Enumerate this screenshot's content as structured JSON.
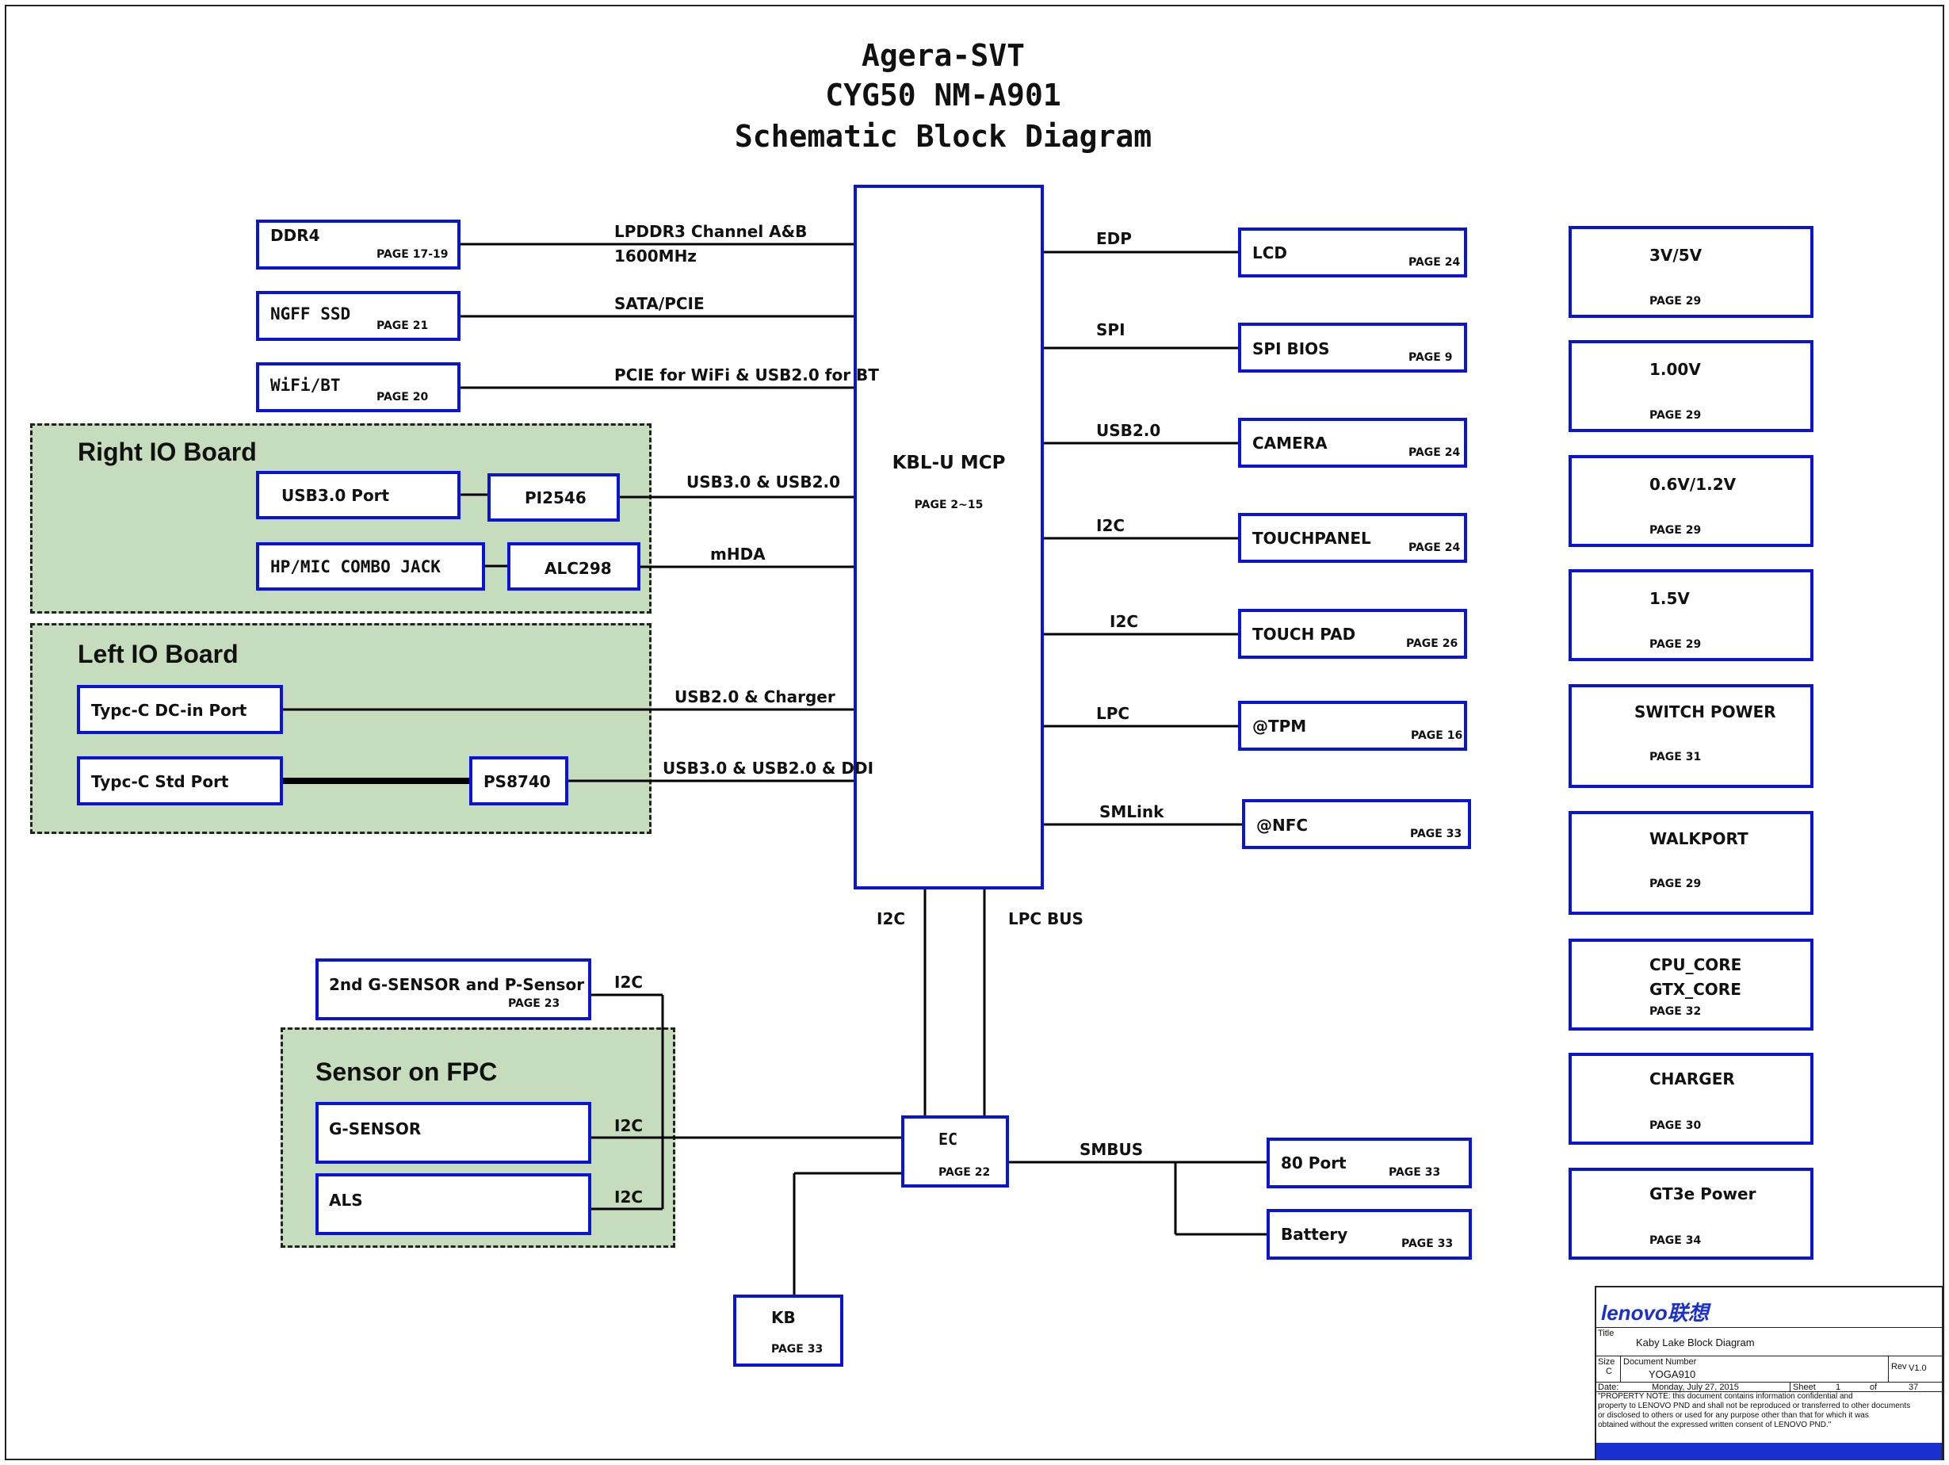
{
  "title_lines": [
    "Agera-SVT",
    "CYG50 NM-A901",
    "Schematic Block Diagram"
  ],
  "cpu": {
    "label": "KBL-U MCP",
    "page": "PAGE 2~15"
  },
  "left_devices": [
    {
      "label": "DDR4",
      "page": "PAGE 17-19"
    },
    {
      "label": "NGFF SSD",
      "page": "PAGE 21"
    },
    {
      "label": "WiFi/BT",
      "page": "PAGE 20"
    }
  ],
  "left_buses": [
    "LPDDR3 Channel A&B",
    "1600MHz",
    "SATA/PCIE",
    "PCIE for WiFi & USB2.0 for BT",
    "USB3.0 & USB2.0",
    "mHDA",
    "USB2.0 & Charger",
    "USB3.0 & USB2.0 & DDI"
  ],
  "right_io": {
    "title": "Right IO Board",
    "items": [
      "USB3.0 Port",
      "PI2546",
      "HP/MIC COMBO JACK",
      "ALC298"
    ]
  },
  "left_io": {
    "title": "Left IO Board",
    "items": [
      "Typc-C DC-in Port",
      "Typc-C Std Port",
      "PS8740"
    ]
  },
  "right_devices": [
    {
      "bus": "EDP",
      "label": "LCD",
      "page": "PAGE 24"
    },
    {
      "bus": "SPI",
      "label": "SPI BIOS",
      "page": "PAGE 9"
    },
    {
      "bus": "USB2.0",
      "label": "CAMERA",
      "page": "PAGE 24"
    },
    {
      "bus": "I2C",
      "label": "TOUCHPANEL",
      "page": "PAGE 24"
    },
    {
      "bus": "I2C",
      "label": "TOUCH PAD",
      "page": "PAGE 26"
    },
    {
      "bus": "LPC",
      "label": "@TPM",
      "page": "PAGE 16"
    },
    {
      "bus": "SMLink",
      "label": "@NFC",
      "page": "PAGE 33"
    }
  ],
  "power_blocks": [
    {
      "label": "3V/5V",
      "page": "PAGE 29"
    },
    {
      "label": "1.00V",
      "page": "PAGE 29"
    },
    {
      "label": "0.6V/1.2V",
      "page": "PAGE 29"
    },
    {
      "label": "1.5V",
      "page": "PAGE 29"
    },
    {
      "label": "SWITCH POWER",
      "page": "PAGE 31"
    },
    {
      "label": "WALKPORT",
      "page": "PAGE 29"
    },
    {
      "label": "CPU_CORE",
      "label2": "GTX_CORE",
      "page": "PAGE 32"
    },
    {
      "label": "CHARGER",
      "page": "PAGE 30"
    },
    {
      "label": "GT3e Power",
      "page": "PAGE 34"
    }
  ],
  "cpu_down_buses": [
    "I2C",
    "LPC BUS"
  ],
  "sensor2": {
    "label": "2nd G-SENSOR and P-Sensor",
    "page": "PAGE 23",
    "bus": "I2C"
  },
  "sensor_fpc": {
    "title": "Sensor on FPC",
    "items": [
      {
        "label": "G-SENSOR",
        "bus": "I2C"
      },
      {
        "label": "ALS",
        "bus": "I2C"
      }
    ]
  },
  "ec": {
    "label": "EC",
    "page": "PAGE 22"
  },
  "smbus": "SMBUS",
  "ec_devices": [
    {
      "label": "80 Port",
      "page": "PAGE 33"
    },
    {
      "label": "Battery",
      "page": "PAGE 33"
    }
  ],
  "kb": {
    "label": "KB",
    "page": "PAGE 33"
  },
  "title_block": {
    "logo": "lenovo联想",
    "title_caption": "Title",
    "title": "Kaby Lake Block Diagram",
    "size_caption": "Size",
    "size": "C",
    "docnum_caption": "Document Number",
    "docnum": "YOGA910",
    "rev_caption": "Rev",
    "rev": "V1.0",
    "date_caption": "Date:",
    "date": "Monday, July 27, 2015",
    "sheet_caption": "Sheet",
    "sheet": "1",
    "of_caption": "of",
    "total": "37",
    "notice": [
      "\"PROPERTY NOTE: this document contains information confidential and",
      "property to LENOVO PND and shall not be reproduced or transferred to other documents",
      "or disclosed to others or used for any purpose other than that for which it was",
      "obtained without the expressed written consent of LENOVO PND.\""
    ]
  },
  "colors": {
    "box_border": "#0a14d8",
    "group_fill": "#c5dcbd",
    "line": "#000000",
    "logo": "#1a2fd0"
  }
}
